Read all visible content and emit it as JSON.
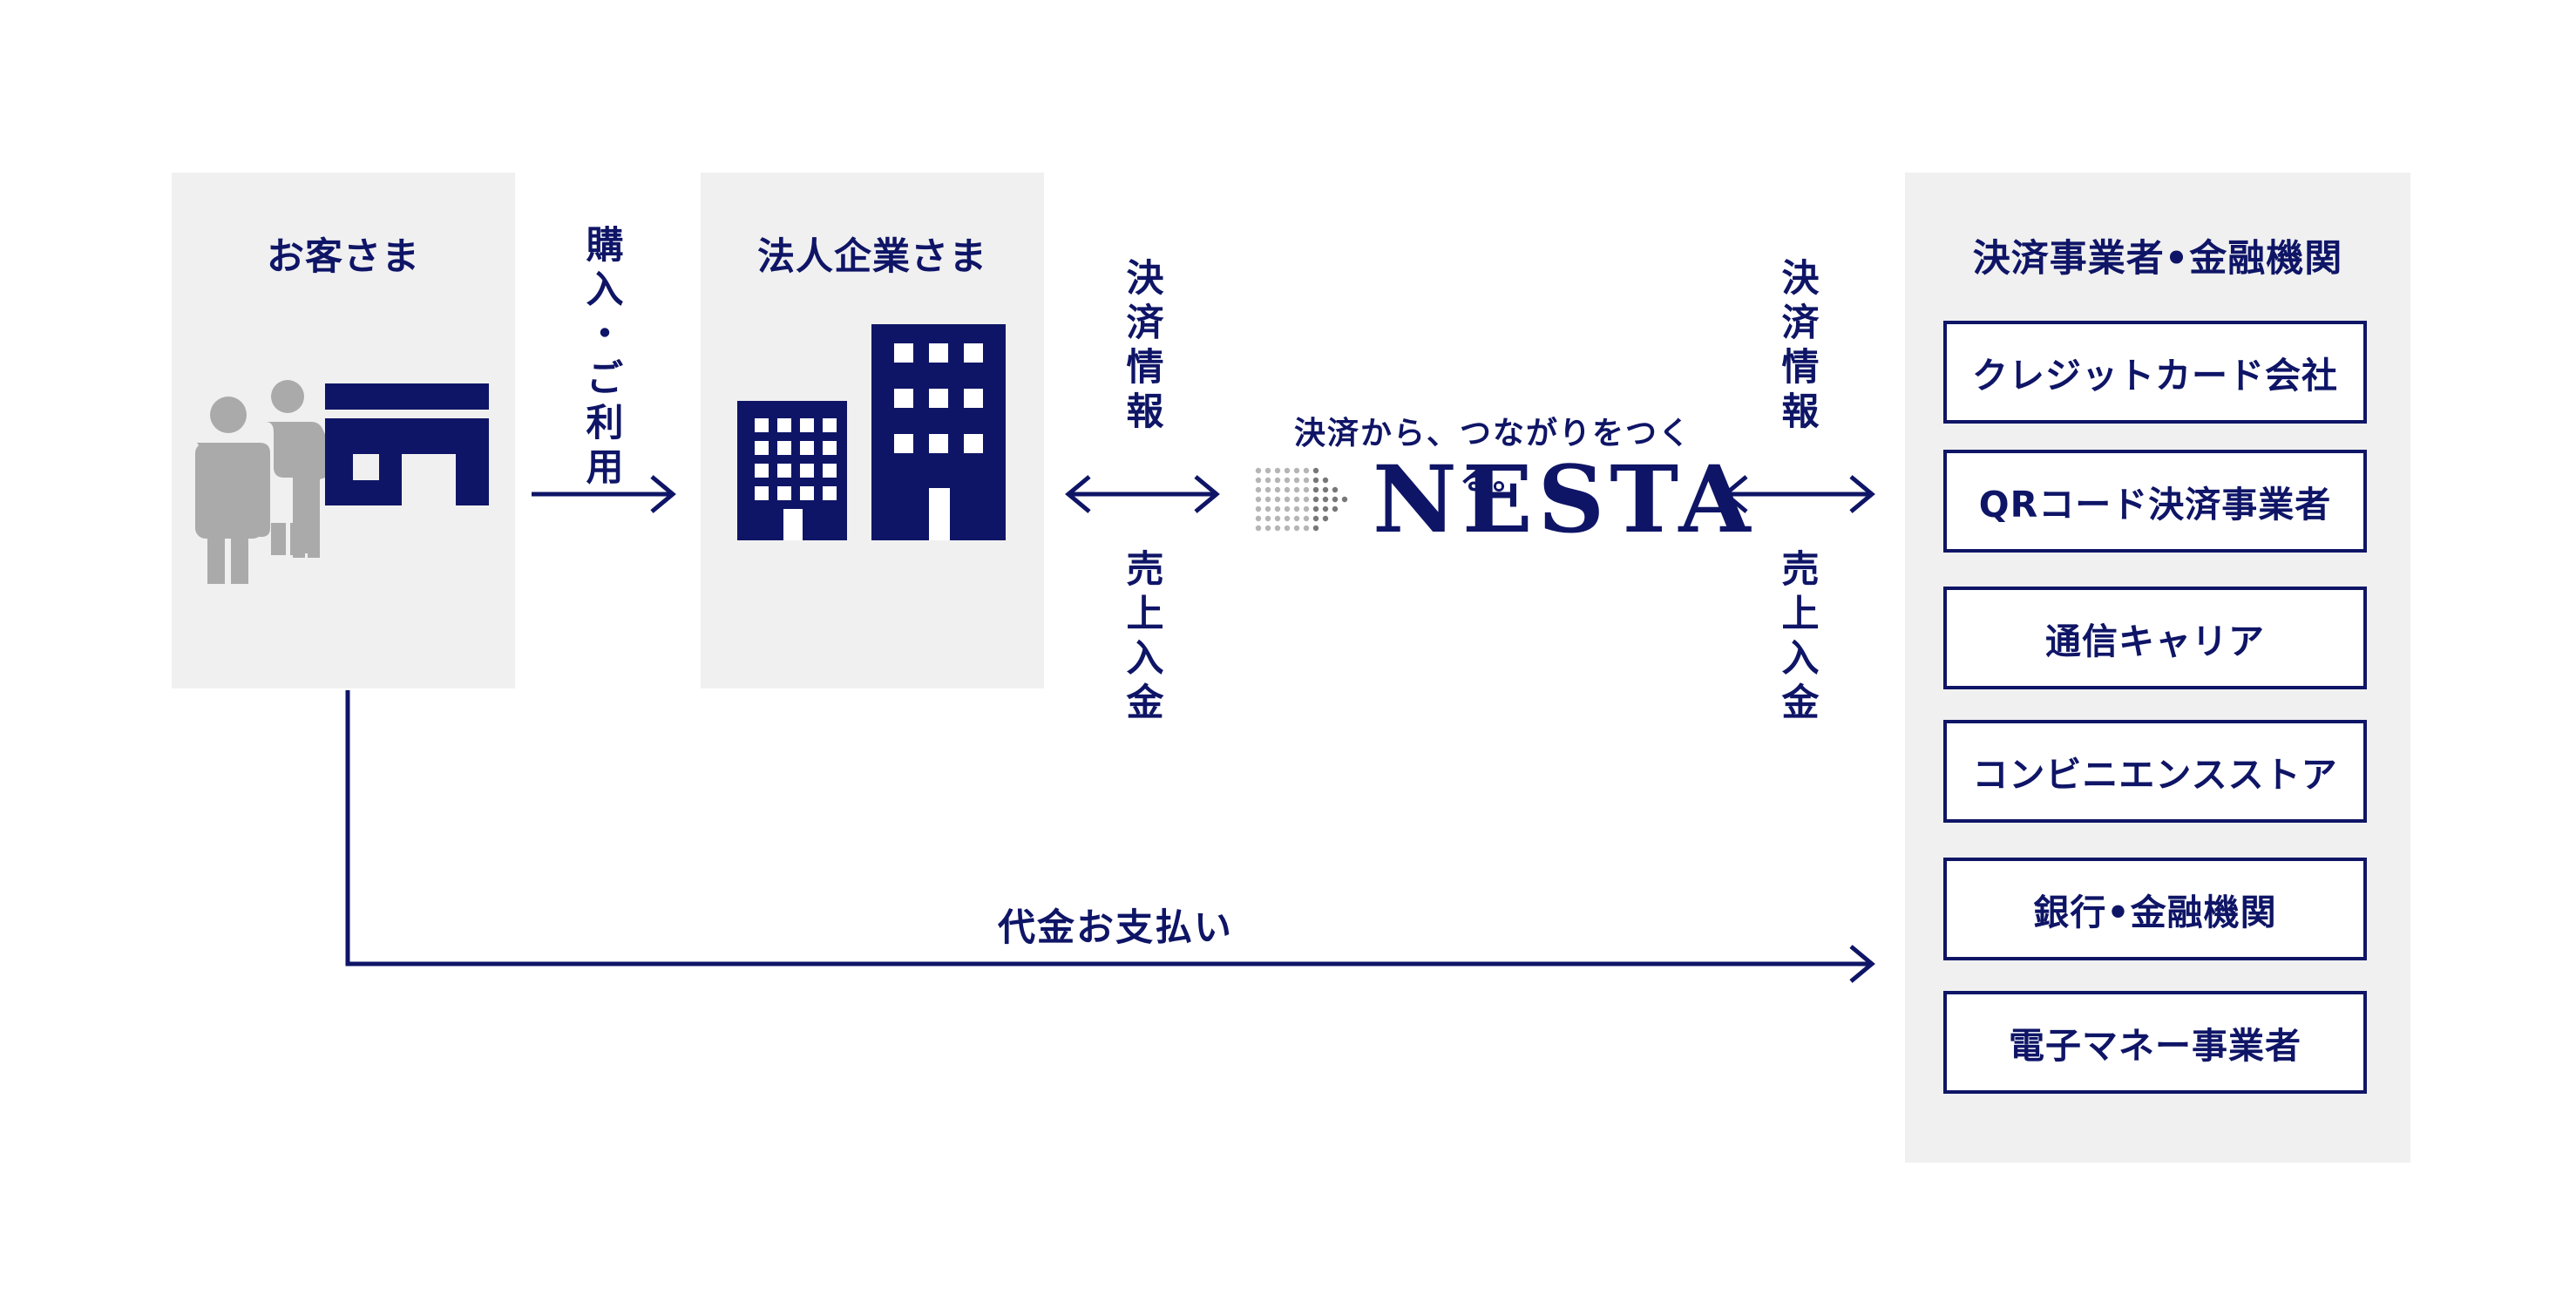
{
  "colors": {
    "navy": "#0f1566",
    "panel_bg": "#f0f0f0",
    "person_gray": "#aaaaaa"
  },
  "customer": {
    "title": "お客さま"
  },
  "purchase_label": "購入・ご利用",
  "company": {
    "title": "法人企業さま"
  },
  "left_flow": {
    "top_label": "決済情報",
    "bottom_label": "売上入金"
  },
  "nesta": {
    "tagline": "決済から、つながりをつくる。",
    "logo_text": "NESTA"
  },
  "right_flow": {
    "top_label": "決済情報",
    "bottom_label": "売上入金"
  },
  "providers": {
    "title": "決済事業者•金融機関",
    "items": [
      "クレジットカード会社",
      "QRコード決済事業者",
      "通信キャリア",
      "コンビニエンスストア",
      "銀行•金融機関",
      "電子マネー事業者"
    ]
  },
  "payment_label": "代金お支払い"
}
